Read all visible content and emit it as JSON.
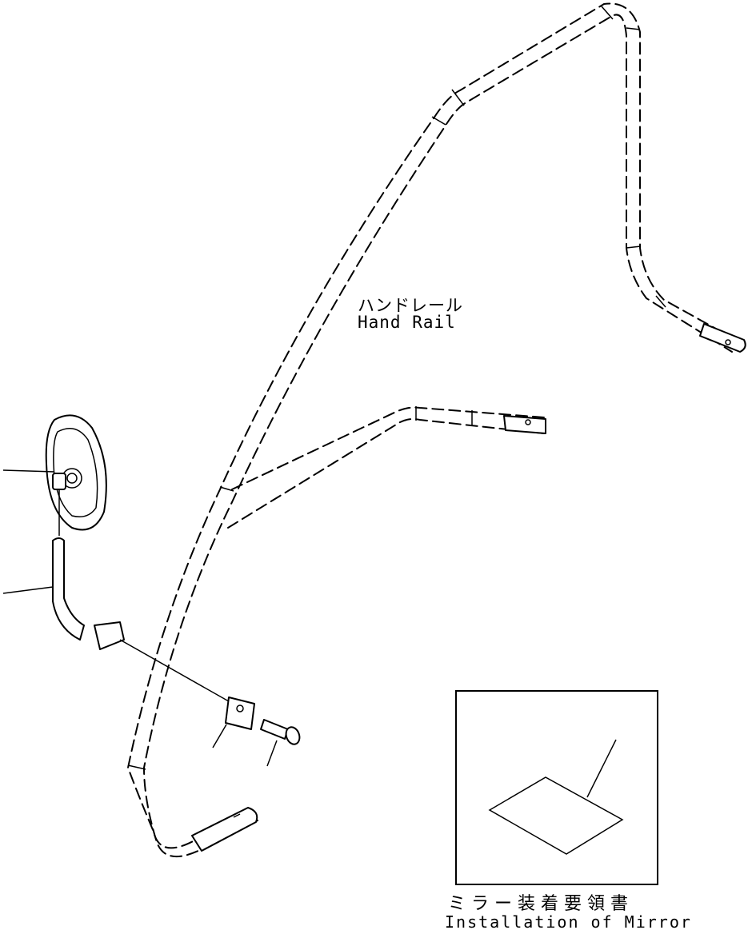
{
  "labels": {
    "hand_rail_jp": "ハンドレール",
    "hand_rail_en": "Hand Rail",
    "mirror_install_jp": "ミラー装着要領書",
    "mirror_install_en": "Installation of Mirror"
  },
  "parts": [
    {
      "name": "mirror",
      "icon": "mirror-icon"
    },
    {
      "name": "mirror-stay",
      "icon": "stay-icon"
    },
    {
      "name": "clamp-plate",
      "icon": "plate-icon"
    },
    {
      "name": "bolt",
      "icon": "bolt-icon"
    },
    {
      "name": "instruction-sheet",
      "icon": "document-icon"
    }
  ]
}
